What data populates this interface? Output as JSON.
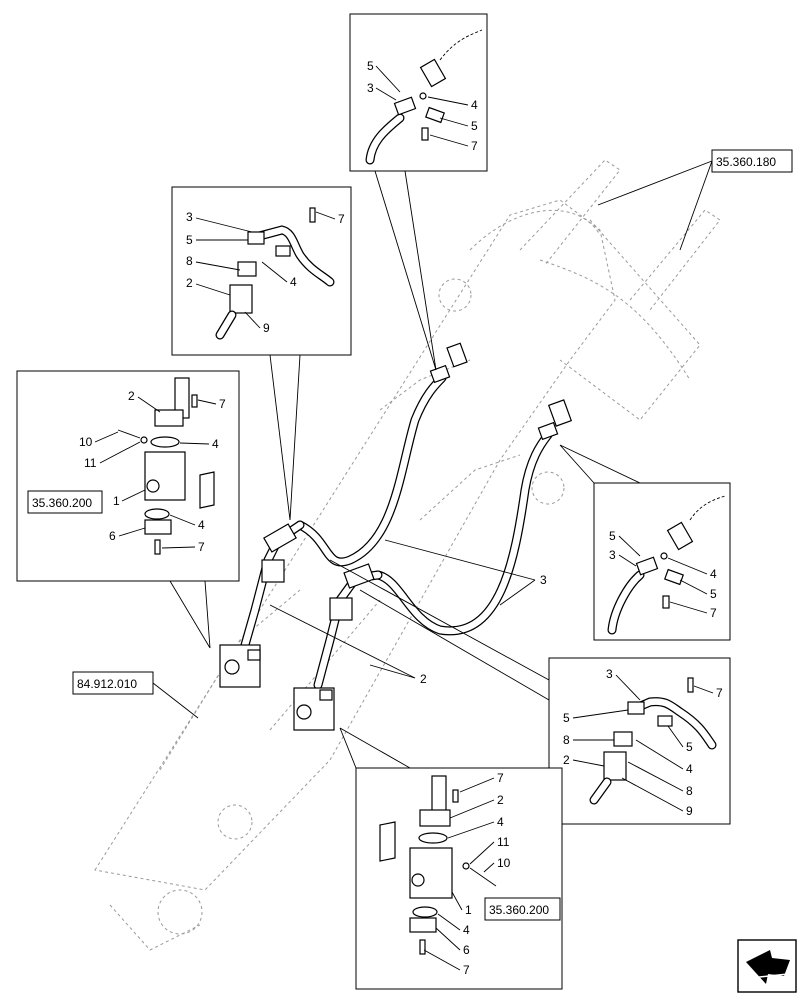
{
  "references": {
    "top_right": "35.360.180",
    "left_box": "35.360.200",
    "bottom_box": "35.360.200",
    "boom": "84.912.010"
  },
  "callouts": {
    "top_box": [
      "5",
      "3",
      "4",
      "5",
      "7"
    ],
    "left_upper_box": [
      "3",
      "5",
      "8",
      "2",
      "7",
      "4",
      "9"
    ],
    "left_lower_box": [
      "2",
      "7",
      "10",
      "4",
      "11",
      "1",
      "4",
      "6",
      "7"
    ],
    "right_upper_box": [
      "5",
      "3",
      "4",
      "5",
      "7"
    ],
    "right_lower_box": [
      "3",
      "7",
      "5",
      "8",
      "2",
      "5",
      "4",
      "8",
      "9"
    ],
    "bottom_box": [
      "7",
      "2",
      "4",
      "11",
      "10",
      "1",
      "4",
      "6",
      "7"
    ],
    "main": [
      "3",
      "2"
    ]
  },
  "icons": {
    "nav": "next-page-arrow-icon"
  }
}
